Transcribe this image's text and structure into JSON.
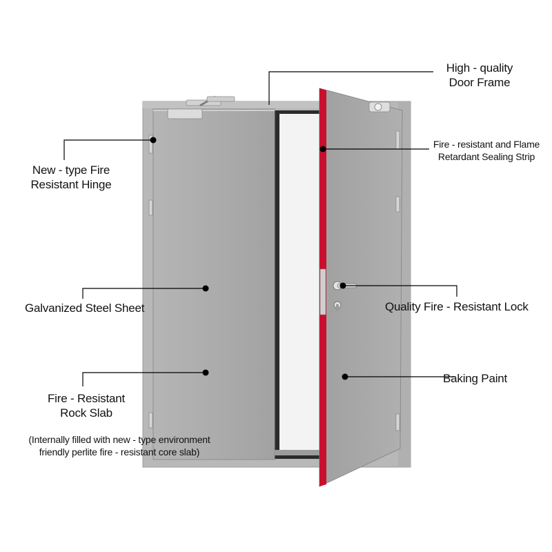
{
  "labels": {
    "door_frame": [
      "High - quality",
      "Door Frame"
    ],
    "sealing_strip": [
      "Fire - resistant and Flame",
      "Retardant Sealing Strip"
    ],
    "hinge": [
      "New - type Fire",
      "Resistant Hinge"
    ],
    "steel_sheet": "Galvanized Steel Sheet",
    "lock": "Quality Fire - Resistant Lock",
    "rock_slab": [
      "Fire - Resistant",
      "Rock Slab"
    ],
    "baking_paint": "Baking Paint",
    "core_note": [
      "(Internally filled with new - type environment",
      "friendly perlite fire - resistant core slab)"
    ]
  },
  "colors": {
    "door_panel": "#a9a9a9",
    "door_frame": "#b3b3b3",
    "sealing_strip": "#c8102e",
    "leader_line": "#000000",
    "text": "#111111"
  }
}
